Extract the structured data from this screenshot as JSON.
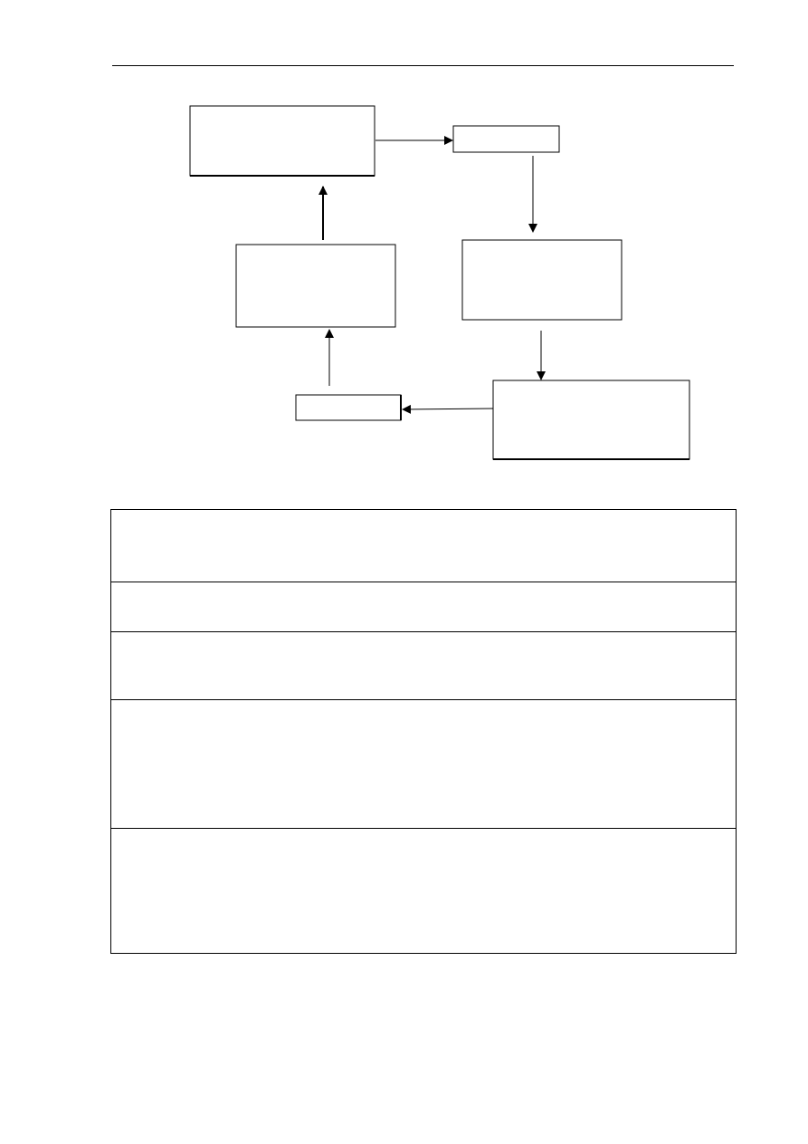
{
  "flowchart": {
    "nodes": [
      {
        "id": "box-top-left",
        "label": ""
      },
      {
        "id": "box-top-small",
        "label": ""
      },
      {
        "id": "box-right-mid",
        "label": ""
      },
      {
        "id": "box-bottom-right",
        "label": ""
      },
      {
        "id": "box-bottom-small",
        "label": ""
      },
      {
        "id": "box-left-mid",
        "label": ""
      }
    ],
    "edges": [
      {
        "from": "box-top-left",
        "to": "box-top-small"
      },
      {
        "from": "box-top-small",
        "to": "box-right-mid"
      },
      {
        "from": "box-right-mid",
        "to": "box-bottom-right"
      },
      {
        "from": "box-bottom-right",
        "to": "box-bottom-small"
      },
      {
        "from": "box-bottom-small",
        "to": "box-left-mid"
      },
      {
        "from": "box-left-mid",
        "to": "box-top-left"
      }
    ]
  },
  "table": {
    "rows": [
      "",
      "",
      "",
      "",
      ""
    ]
  }
}
